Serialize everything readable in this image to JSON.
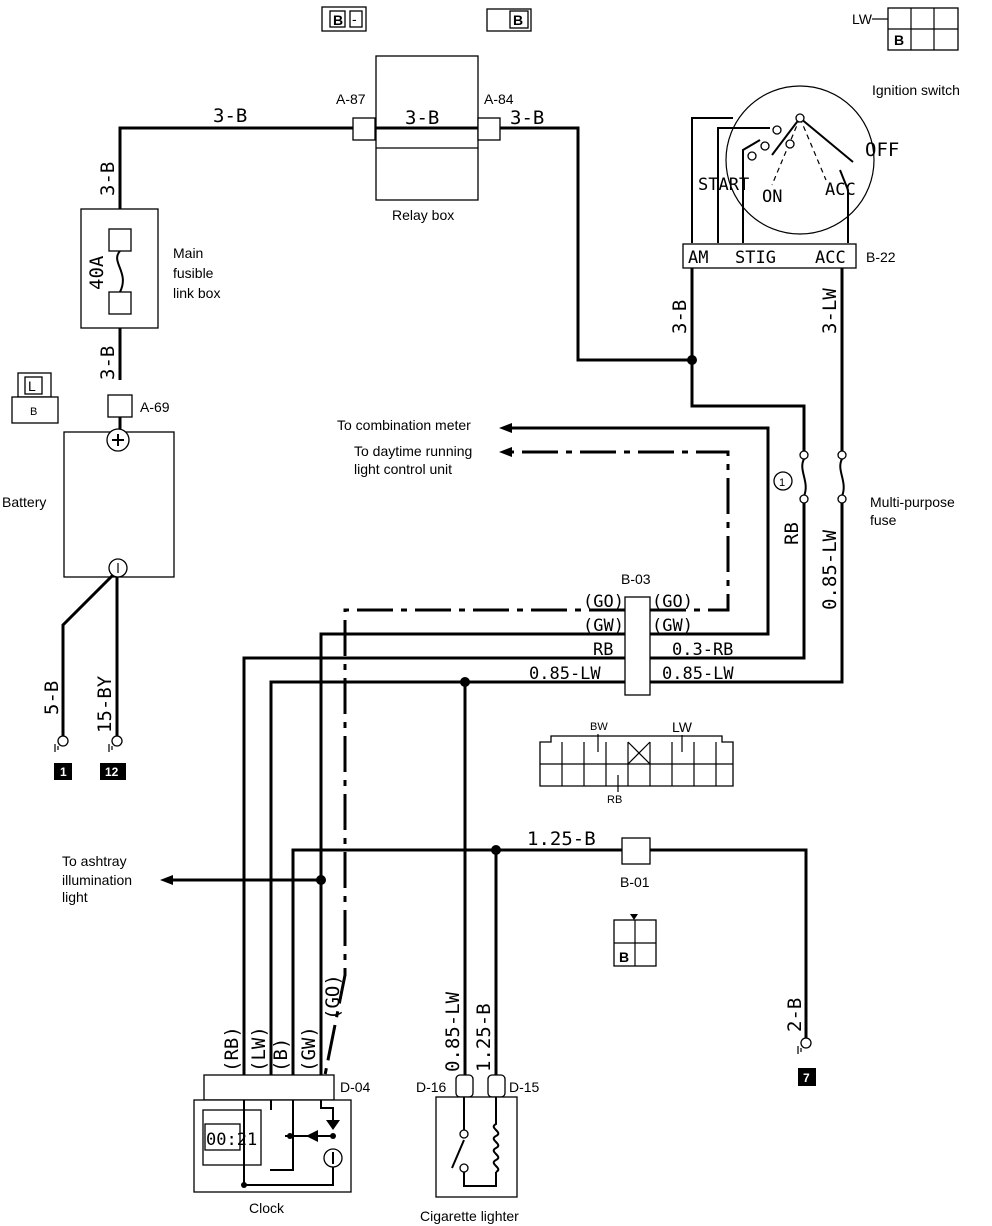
{
  "wire_labels": {
    "w_3b_top_left": "3-B",
    "w_3b_relay": "3-B",
    "w_3b_after_relay": "3-B",
    "w_3b_vertical_top": "3-B",
    "w_3b_vertical_mid": "3-B",
    "w_3b_am": "3-B",
    "w_3lw_acc": "3-LW",
    "w_rb": "RB",
    "w_085lw_right": "0.85-LW",
    "w_5b": "5-B",
    "w_15by": "15-BY",
    "w_125b": "1.25-B",
    "w_2b": "2-B",
    "w_085lw_cig": "0.85-LW",
    "w_125b_cig": "1.25-B",
    "fuse_40a": "40A",
    "clock_rb": "(RB)",
    "clock_lw": "(LW)",
    "clock_b": "(B)",
    "clock_gw": "(GW)",
    "clock_go": "(GO)"
  },
  "b03": {
    "left": [
      "(GO)",
      "(GW)",
      "RB",
      "0.85-LW"
    ],
    "right": [
      "(GO)",
      "(GW)",
      "0.3-RB",
      "0.85-LW"
    ]
  },
  "ignition": {
    "terminals": [
      "AM",
      "STIG",
      "ACC"
    ],
    "positions": {
      "start": "START",
      "on": "ON",
      "acc": "ACC",
      "off": "OFF"
    }
  },
  "connectors": {
    "a87": "A-87",
    "a84": "A-84",
    "a69": "A-69",
    "b22": "B-22",
    "b03": "B-03",
    "b01": "B-01",
    "d04": "D-04",
    "d16": "D-16",
    "d15": "D-15"
  },
  "components": {
    "relay_box": "Relay box",
    "main_fusible_1": "Main",
    "main_fusible_2": "fusible",
    "main_fusible_3": "link box",
    "battery": "Battery",
    "ignition_switch": "Ignition switch",
    "multi_fuse_1": "Multi-purpose",
    "multi_fuse_2": "fuse",
    "clock": "Clock",
    "cig_lighter": "Cigarette lighter",
    "clock_display": "00:21",
    "fuse_number": "1"
  },
  "destinations": {
    "combination_meter": "To combination meter",
    "daytime_1": "To daytime running",
    "daytime_2": "light control unit",
    "ashtray_1": "To ashtray",
    "ashtray_2": "illumination",
    "ashtray_3": "light"
  },
  "grounds": {
    "g1": "1",
    "g12": "12",
    "g7": "7"
  },
  "connector_pins": {
    "top_b1": "B",
    "top_b2": "B",
    "lw_conn_label": "LW",
    "lw_conn_b": "B",
    "battery_conn_l": "L",
    "battery_conn_b": "B",
    "b03_face_bw": "BW",
    "b03_face_lw": "LW",
    "b03_face_rb": "RB",
    "b01_face_b": "B"
  }
}
